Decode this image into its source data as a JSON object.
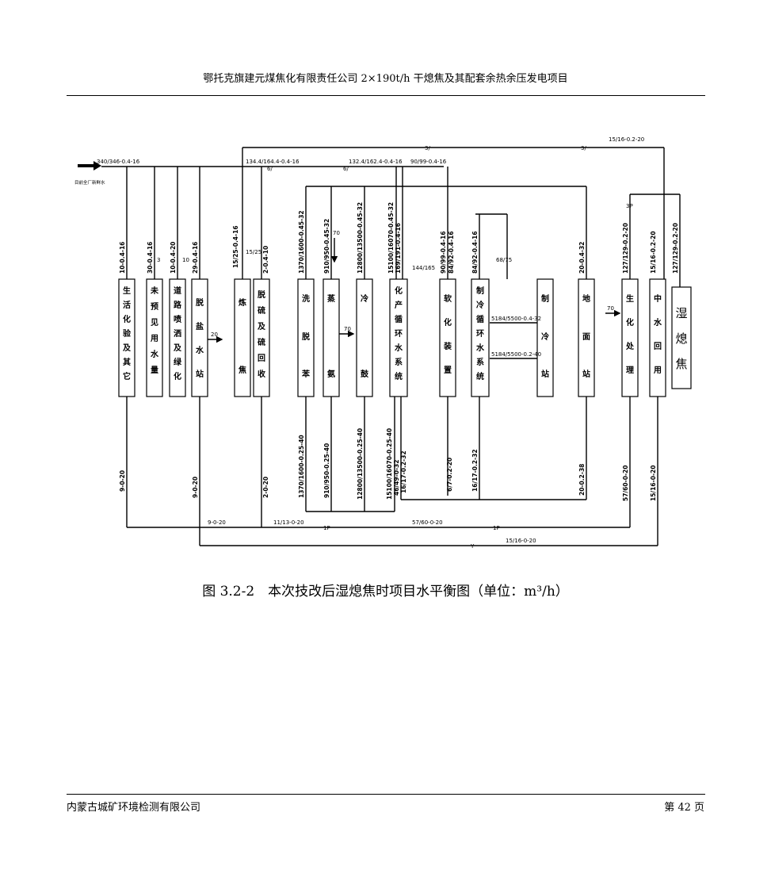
{
  "header": {
    "title": "鄂托克旗建元煤焦化有限责任公司 2×190t/h 干熄焦及其配套余热余压发电项目"
  },
  "caption": "图 3.2-2　本次技改后湿熄焦时项目水平衡图（单位：m³/h）",
  "footer": {
    "company": "内蒙古城矿环境检测有限公司",
    "page": "第 42 页"
  },
  "diagram": {
    "source_label": "目前全厂新鲜水",
    "units": [
      {
        "id": "u1",
        "chars": [
          "生",
          "活",
          "化",
          "验",
          "及",
          "其",
          "它"
        ]
      },
      {
        "id": "u2",
        "chars": [
          "未",
          "预",
          "见",
          "用",
          "水",
          "量"
        ]
      },
      {
        "id": "u3",
        "chars": [
          "道",
          "路",
          "喷",
          "洒",
          "及",
          "绿",
          "化"
        ]
      },
      {
        "id": "u4",
        "chars": [
          "脱",
          "盐",
          "水",
          "站"
        ]
      },
      {
        "id": "u5",
        "chars": [
          "炼",
          "焦"
        ]
      },
      {
        "id": "u6",
        "chars": [
          "脱",
          "硫",
          "及",
          "硫",
          "回",
          "收"
        ]
      },
      {
        "id": "u7",
        "chars": [
          "洗",
          "脱",
          "苯"
        ]
      },
      {
        "id": "u8",
        "chars": [
          "蒸",
          "氨"
        ]
      },
      {
        "id": "u9",
        "chars": [
          "冷",
          "鼓"
        ]
      },
      {
        "id": "u10",
        "chars": [
          "化",
          "产",
          "循",
          "环",
          "水",
          "系",
          "统"
        ]
      },
      {
        "id": "u11",
        "chars": [
          "软",
          "化",
          "装",
          "置"
        ]
      },
      {
        "id": "u12",
        "chars": [
          "制",
          "冷",
          "循",
          "环",
          "水",
          "系",
          "统"
        ]
      },
      {
        "id": "u13",
        "chars": [
          "制",
          "冷",
          "站"
        ]
      },
      {
        "id": "u14",
        "chars": [
          "地",
          "面",
          "站"
        ]
      },
      {
        "id": "u15",
        "chars": [
          "生",
          "化",
          "处",
          "理"
        ]
      },
      {
        "id": "u16",
        "chars": [
          "中",
          "水",
          "回",
          "用"
        ]
      },
      {
        "id": "u17",
        "chars": [
          "湿",
          "熄",
          "焦"
        ]
      }
    ],
    "flow_labels": {
      "main_in": "340/346-0.4-16",
      "main_a": "134.4/164.4-0.4-16",
      "main_b": "132.4/162.4-0.4-16",
      "main_c": "90/99-0.4-16",
      "top_right": "15/16-0.2-20",
      "mark_3a": "3/",
      "mark_3b": "3/",
      "mark_6a": "6/",
      "mark_6b": "6/",
      "mark_3p": "3P",
      "v1": "10-0.4-16",
      "v2": "30-0.4-16",
      "v3": "10-0.4-20",
      "v4": "29-0.4-16",
      "v5": "15/25-0.4-16",
      "v6": "2-0.4-10",
      "v7": "1370/1600-0.45-32",
      "v8": "910/950-0.45-32",
      "v9": "12800/13500-0.45-32",
      "v10a": "15100/16070-0.45-32",
      "v10b": "169/191-0.4-16",
      "v11a": "90/99-0.4-16",
      "v11b": "84/92-0.4-16",
      "v12": "84/92-0.4-16",
      "v14": "20-0.4-32",
      "v15": "127/129-0.2-20",
      "v16": "15/16-0.2-20",
      "v17": "127/129-0.2-20",
      "s3": "3",
      "s10": "10",
      "s1525": "15/25",
      "s144": "144/165",
      "s6875": "68/75",
      "s5184a": "5184/5500-0.4-32",
      "s5184b": "5184/5500-0.2-40",
      "side_70a": "70",
      "side_70b": "70",
      "side_70c": "70",
      "side_20": "20",
      "b1": "9-0-20",
      "b4": "9-0-20",
      "b6": "2-0-20",
      "b7": "1370/1600-0.25-40",
      "b8": "910/950-0.25-40",
      "b9": "12800/13500-0.25-40",
      "b10a": "15100/16070-0.25-40",
      "b10b": "46/49-0-32",
      "b10c": "16/17-0.2-32",
      "b11": "6/7-0.2-20",
      "b12": "16/17-0.2-32",
      "b14": "20-0.2-38",
      "b15": "57/60-0-20",
      "b16": "15/16-0-20",
      "bot1": "9-0-20",
      "bot2": "11/13-0-20",
      "bot3": "57/60-0-20",
      "bot4": "15/16-0-20",
      "mark_1p_a": "1P",
      "mark_1p_b": "1P",
      "mark_y": "Y"
    }
  }
}
